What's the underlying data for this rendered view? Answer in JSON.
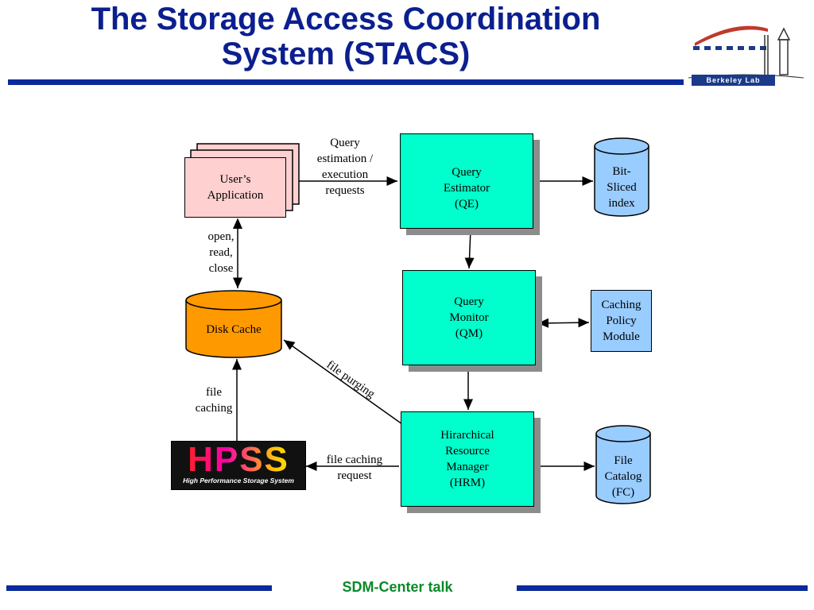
{
  "slide": {
    "title_line1": "The Storage Access Coordination",
    "title_line2": "System (STACS)",
    "footer": "SDM-Center talk"
  },
  "logo": {
    "text": "Berkeley Lab"
  },
  "nodes": {
    "users_app": {
      "line1": "User’s",
      "line2": "Application"
    },
    "query_estimator": {
      "line1": "Query",
      "line2": "Estimator",
      "line3": "(QE)"
    },
    "bit_sliced_index": {
      "line1": "Bit-",
      "line2": "Sliced",
      "line3": "index"
    },
    "query_monitor": {
      "line1": "Query",
      "line2": "Monitor",
      "line3": "(QM)"
    },
    "caching_policy": {
      "line1": "Caching",
      "line2": "Policy",
      "line3": "Module"
    },
    "disk_cache": {
      "label": "Disk Cache"
    },
    "hrm": {
      "line1": "Hirarchical",
      "line2": "Resource",
      "line3": "Manager",
      "line4": "(HRM)"
    },
    "file_catalog": {
      "line1": "File",
      "line2": "Catalog",
      "line3": "(FC)"
    },
    "hpss": {
      "letters": "HPSS",
      "subtitle": "High Performance Storage System"
    }
  },
  "edge_labels": {
    "query_requests": {
      "line1": "Query",
      "line2": "estimation /",
      "line3": "execution",
      "line4": "requests"
    },
    "open_read_close": {
      "line1": "open,",
      "line2": "read,",
      "line3": "close"
    },
    "file_purging": "file purging",
    "file_caching": {
      "line1": "file",
      "line2": "caching"
    },
    "file_caching_request": {
      "line1": "file caching",
      "line2": "request"
    }
  },
  "colors": {
    "title": "#0b1f8f",
    "rule": "#0b2a9b",
    "footer": "#0a8a2a",
    "teal_box": "#00ffcc",
    "pink_box": "#ffd0d0",
    "blue_node": "#99ccff",
    "disk_cache": "#ff9900"
  }
}
